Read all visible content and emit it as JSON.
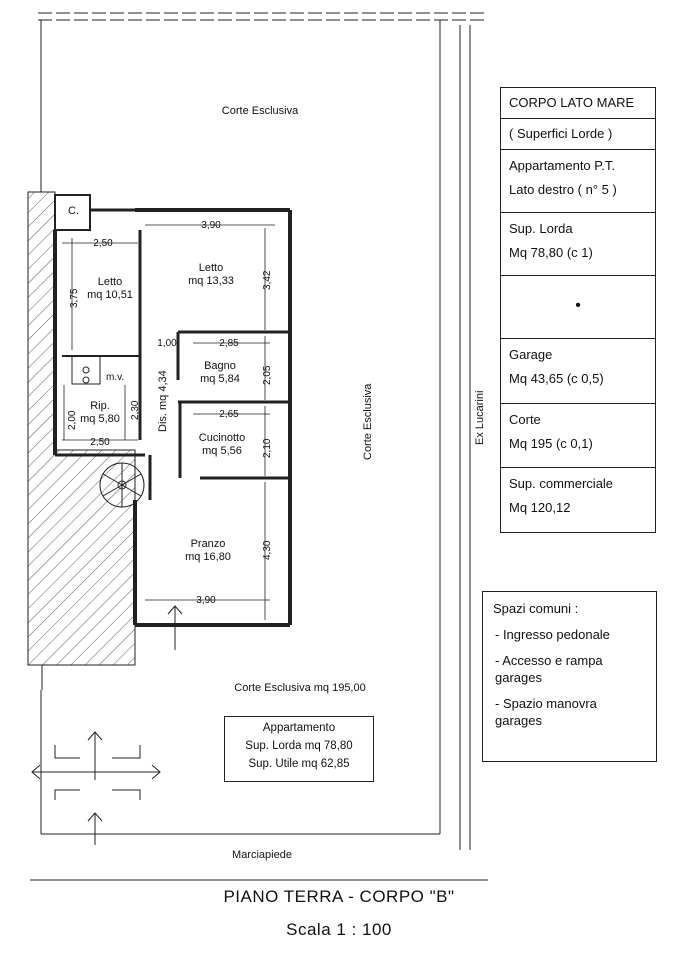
{
  "plan": {
    "corte_top": "Corte Esclusiva",
    "corte_side": "Corte Esclusiva",
    "corte_bottom": "Corte Esclusiva mq 195,00",
    "marciapiede": "Marciapiede",
    "ex_lucarini": "Ex Lucarini",
    "c_label": "C.",
    "mv_label": "m.v.",
    "dis_label": "Dis. mq 4,34",
    "rooms": [
      {
        "id": "letto1",
        "name": "Letto",
        "area": "mq 10,51"
      },
      {
        "id": "letto2",
        "name": "Letto",
        "area": "mq 13,33"
      },
      {
        "id": "bagno",
        "name": "Bagno",
        "area": "mq 5,84"
      },
      {
        "id": "rip",
        "name": "Rip.",
        "area": "mq 5,80"
      },
      {
        "id": "cucinotto",
        "name": "Cucinotto",
        "area": "mq 5,56"
      },
      {
        "id": "pranzo",
        "name": "Pranzo",
        "area": "mq 16,80"
      }
    ],
    "dimensions": [
      "2,50",
      "3,90",
      "3,75",
      "3,42",
      "1,00",
      "2,85",
      "2,05",
      "2,00",
      "2,30",
      "2,65",
      "2,10",
      "2,50",
      "4,30",
      "3,90"
    ]
  },
  "info_table": {
    "rows": [
      [
        "CORPO LATO MARE"
      ],
      [
        "( Superfici Lorde )"
      ],
      [
        "Appartamento P.T.",
        "Lato destro ( n° 5 )"
      ],
      [
        "Sup. Lorda",
        "Mq 78,80 (c 1)"
      ],
      [
        "•"
      ],
      [
        "Garage",
        "Mq 43,65 (c 0,5)"
      ],
      [
        "Corte",
        "Mq 195 (c 0,1)"
      ],
      [
        "Sup. commerciale",
        "Mq 120,12"
      ]
    ]
  },
  "common_spaces": {
    "title": "Spazi comuni :",
    "items": [
      "- Ingresso pedonale",
      "- Accesso e rampa garages",
      "- Spazio manovra garages"
    ]
  },
  "apartment_box": {
    "title": "Appartamento",
    "lorda": "Sup. Lorda mq 78,80",
    "utile": "Sup. Utile mq 62,85"
  },
  "footer": {
    "title": "PIANO TERRA - CORPO \"B\"",
    "scale": "Scala 1 : 100"
  }
}
